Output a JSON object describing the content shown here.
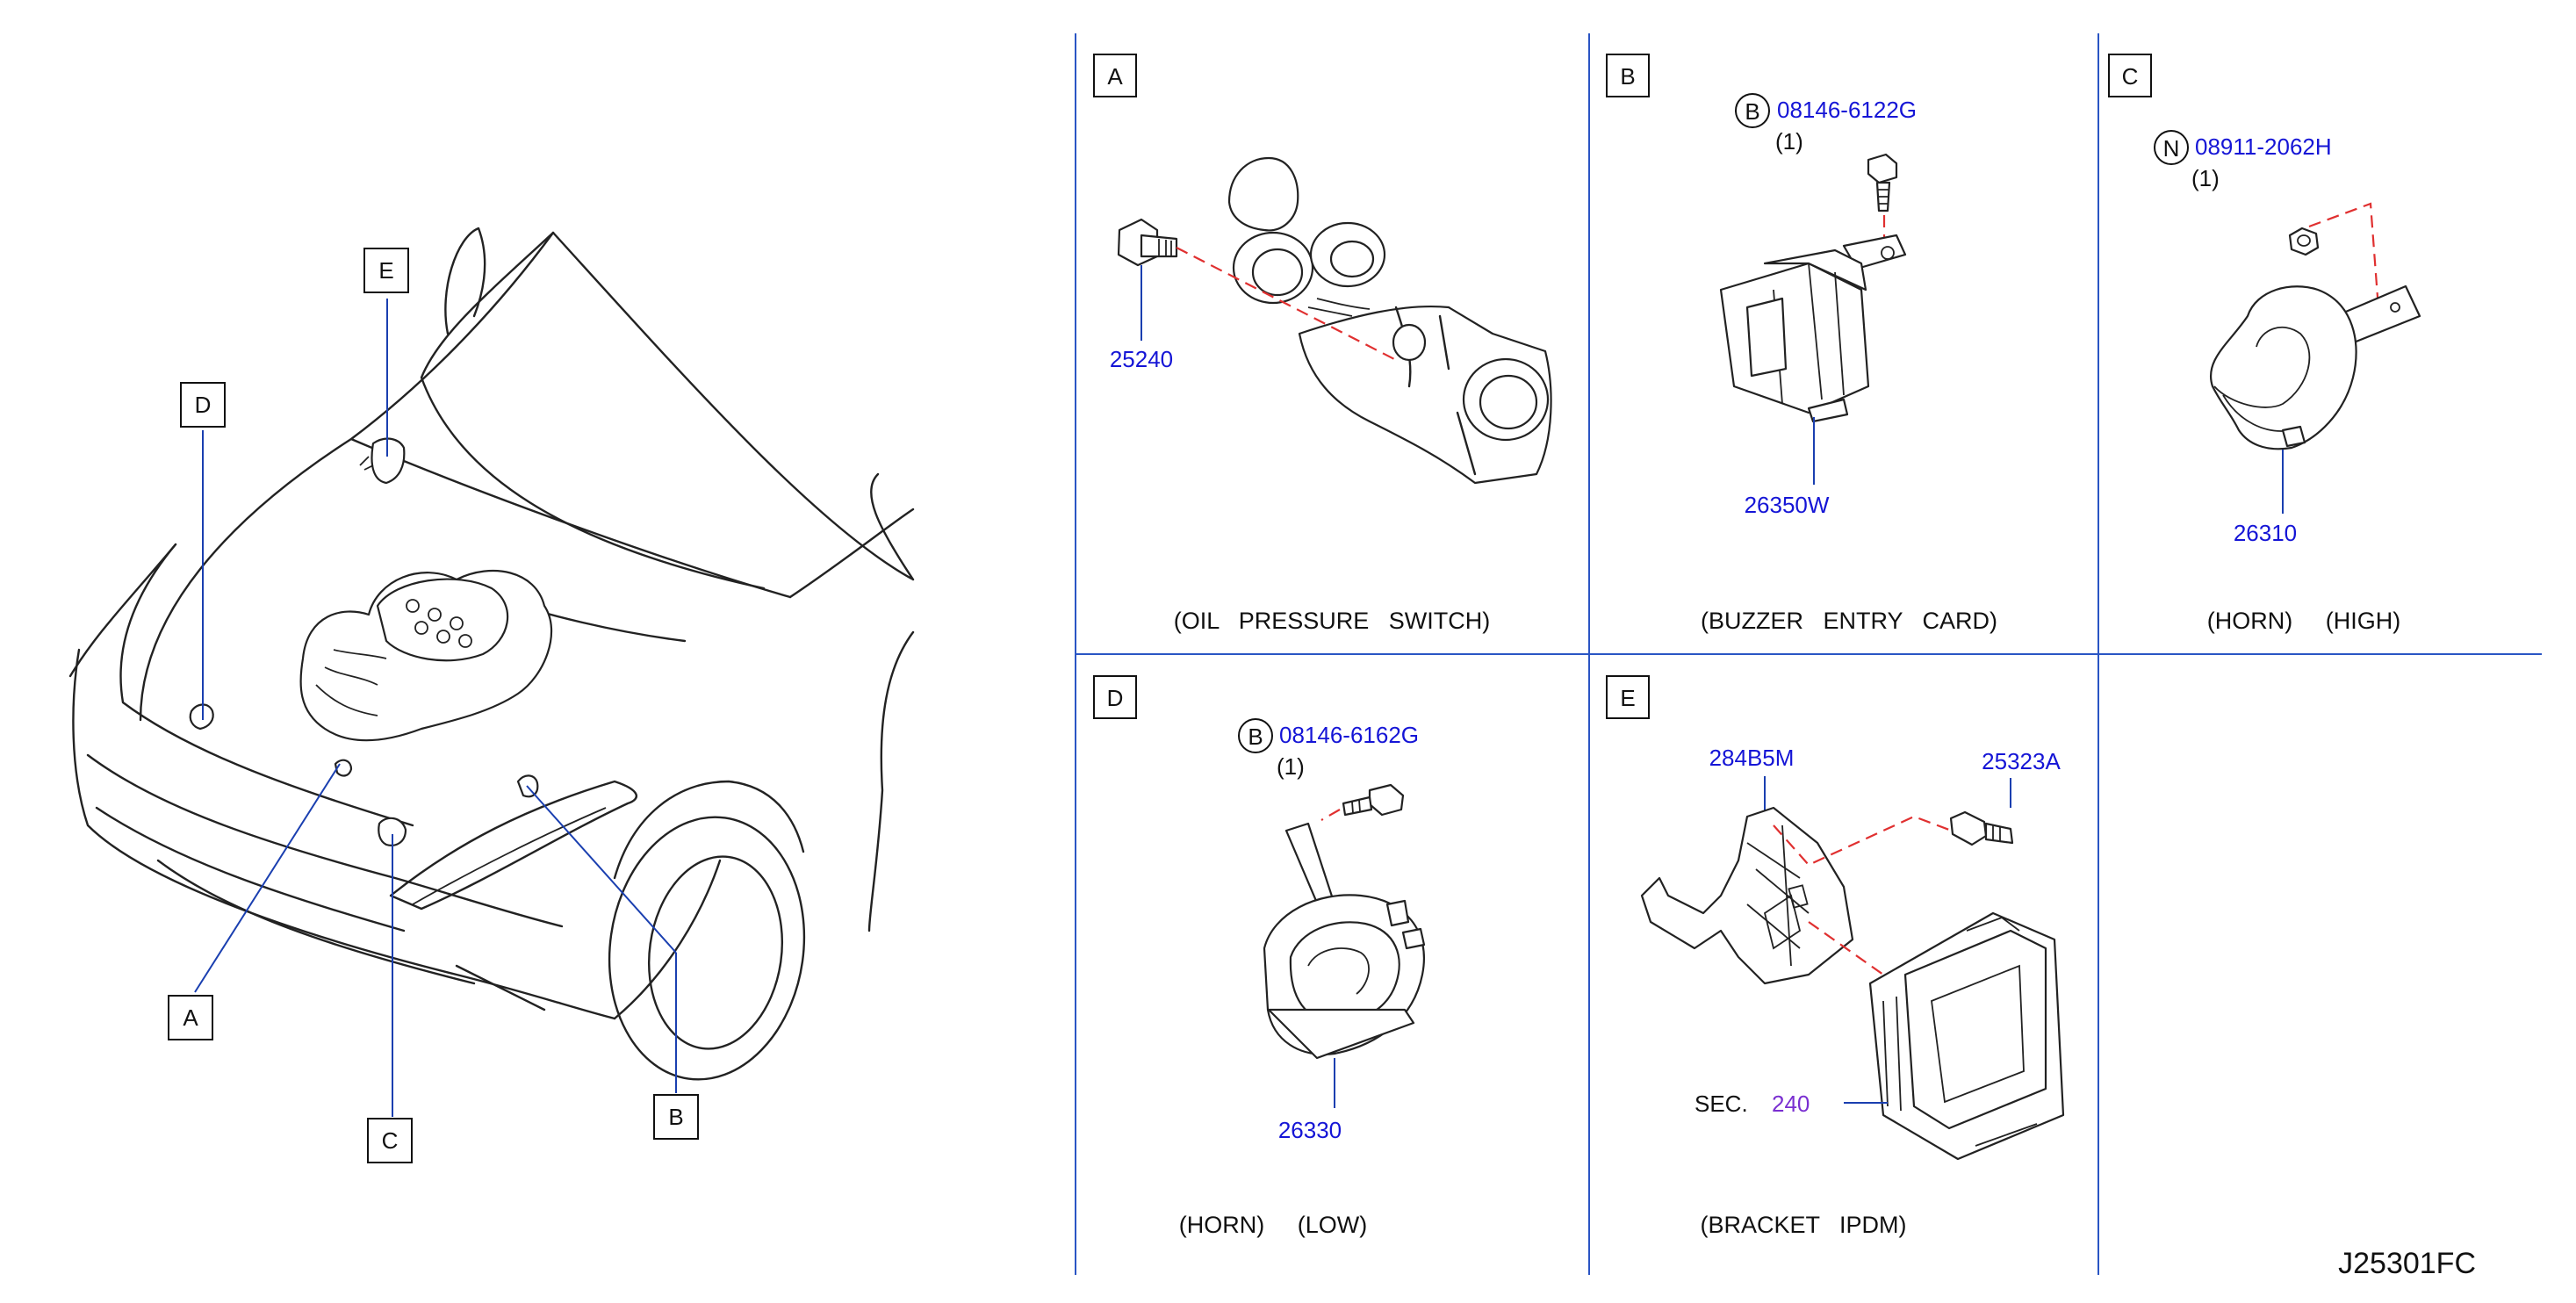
{
  "diagram_code": "J25301FC",
  "overview": {
    "callouts": [
      "A",
      "B",
      "C",
      "D",
      "E"
    ]
  },
  "panels": {
    "A": {
      "letter": "A",
      "caption": "(OIL   PRESSURE   SWITCH)",
      "parts": [
        "25240"
      ]
    },
    "B": {
      "letter": "B",
      "caption": "(BUZZER   ENTRY   CARD)",
      "bolt_symbol": "B",
      "bolt_part": "08146-6122G",
      "bolt_qty": "(1)",
      "parts": [
        "26350W"
      ]
    },
    "C": {
      "letter": "C",
      "caption": "(HORN)     (HIGH)",
      "nut_symbol": "N",
      "nut_part": "08911-2062H",
      "nut_qty": "(1)",
      "parts": [
        "26310"
      ]
    },
    "D": {
      "letter": "D",
      "caption": "(HORN)     (LOW)",
      "bolt_symbol": "B",
      "bolt_part": "08146-6162G",
      "bolt_qty": "(1)",
      "parts": [
        "26330"
      ]
    },
    "E": {
      "letter": "E",
      "caption": "(BRACKET   IPDM)",
      "parts": [
        "284B5M",
        "25323A"
      ],
      "sec_label": "SEC.",
      "sec_number": "240"
    }
  },
  "colors": {
    "part_number": "#1515d6",
    "section_ref": "#7a2fd1",
    "divider": "#2a55c4",
    "dashed_link": "#e03030"
  }
}
